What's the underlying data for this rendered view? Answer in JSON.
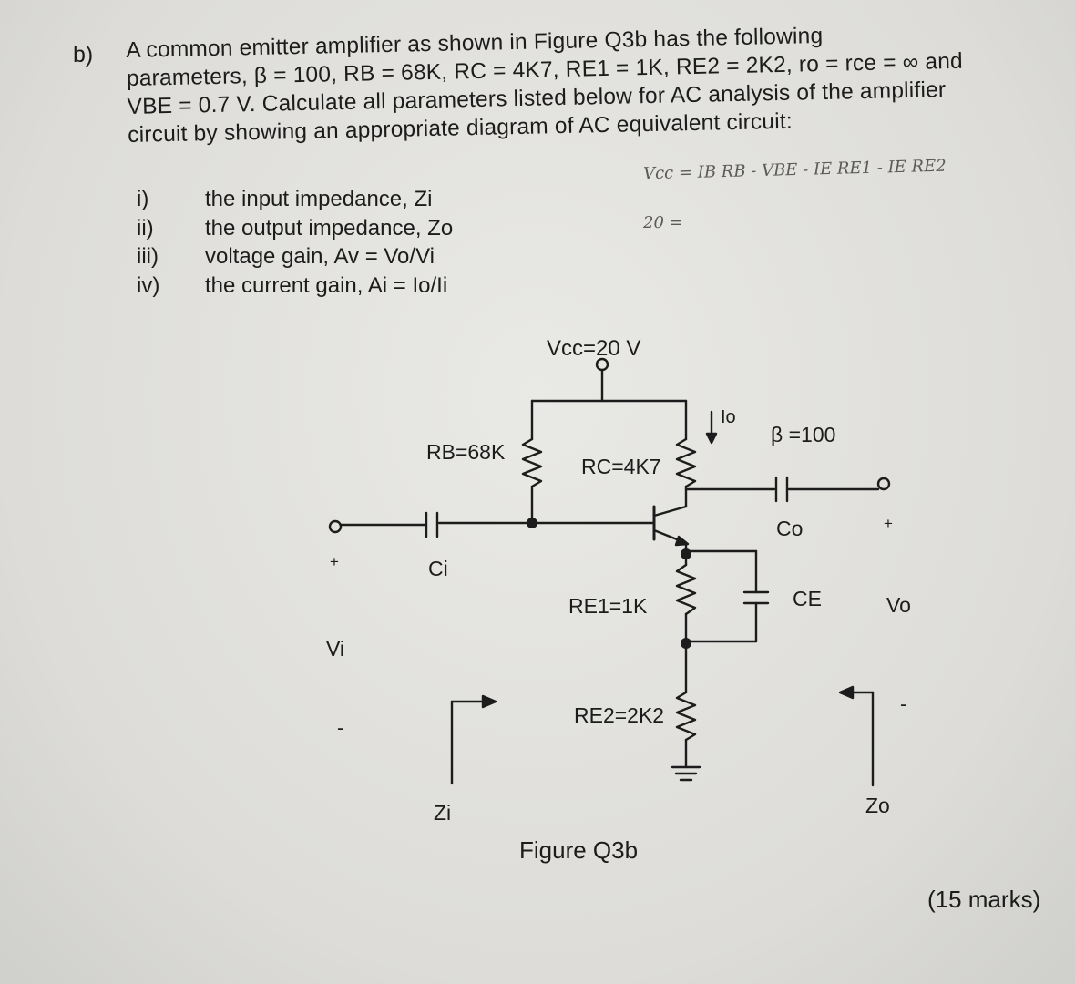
{
  "question": {
    "label": "b)",
    "lines": [
      "A common emitter amplifier as shown in Figure Q3b has the following",
      "parameters, β = 100, RB = 68K, RC = 4K7, RE1 = 1K, RE2 = 2K2, ro = rce = ∞ and",
      "VBE = 0.7 V. Calculate all parameters listed below for AC analysis of the amplifier",
      "circuit by showing an appropriate diagram of AC equivalent circuit:"
    ],
    "items": [
      {
        "num": "i)",
        "text": "the input impedance, Zi"
      },
      {
        "num": "ii)",
        "text": "the output impedance, Zo"
      },
      {
        "num": "iii)",
        "text": "voltage gain, Av = Vo/Vi"
      },
      {
        "num": "iv)",
        "text": "the current gain, Ai = Io/Ii"
      }
    ]
  },
  "handwriting": {
    "line1": "Vcc = IB RB - VBE - IE RE1 - IE RE2",
    "line2": "20 ="
  },
  "circuit": {
    "vcc": "Vcc=20 V",
    "rb": "RB=68K",
    "rc": "RC=4K7",
    "beta": "β =100",
    "io": "Io",
    "co": "Co",
    "ci": "Ci",
    "re1": "RE1=1K",
    "re2": "RE2=2K2",
    "ce": "CE",
    "vi": "Vi",
    "vo": "Vo",
    "zi": "Zi",
    "zo": "Zo",
    "plus": "+",
    "minus": "-"
  },
  "caption": "Figure Q3b",
  "marks": "(15 marks)"
}
